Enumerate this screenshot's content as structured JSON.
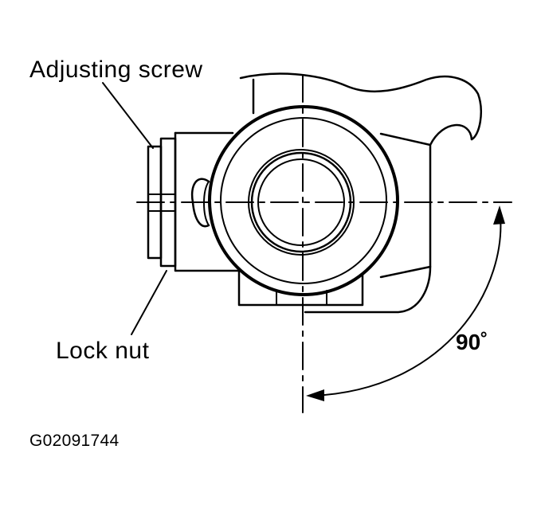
{
  "labels": {
    "adjusting_screw": "Adjusting screw",
    "lock_nut": "Lock nut",
    "angle": "90˚",
    "figure_code": "G02091744"
  },
  "colors": {
    "line": "#000000",
    "background": "#ffffff"
  }
}
